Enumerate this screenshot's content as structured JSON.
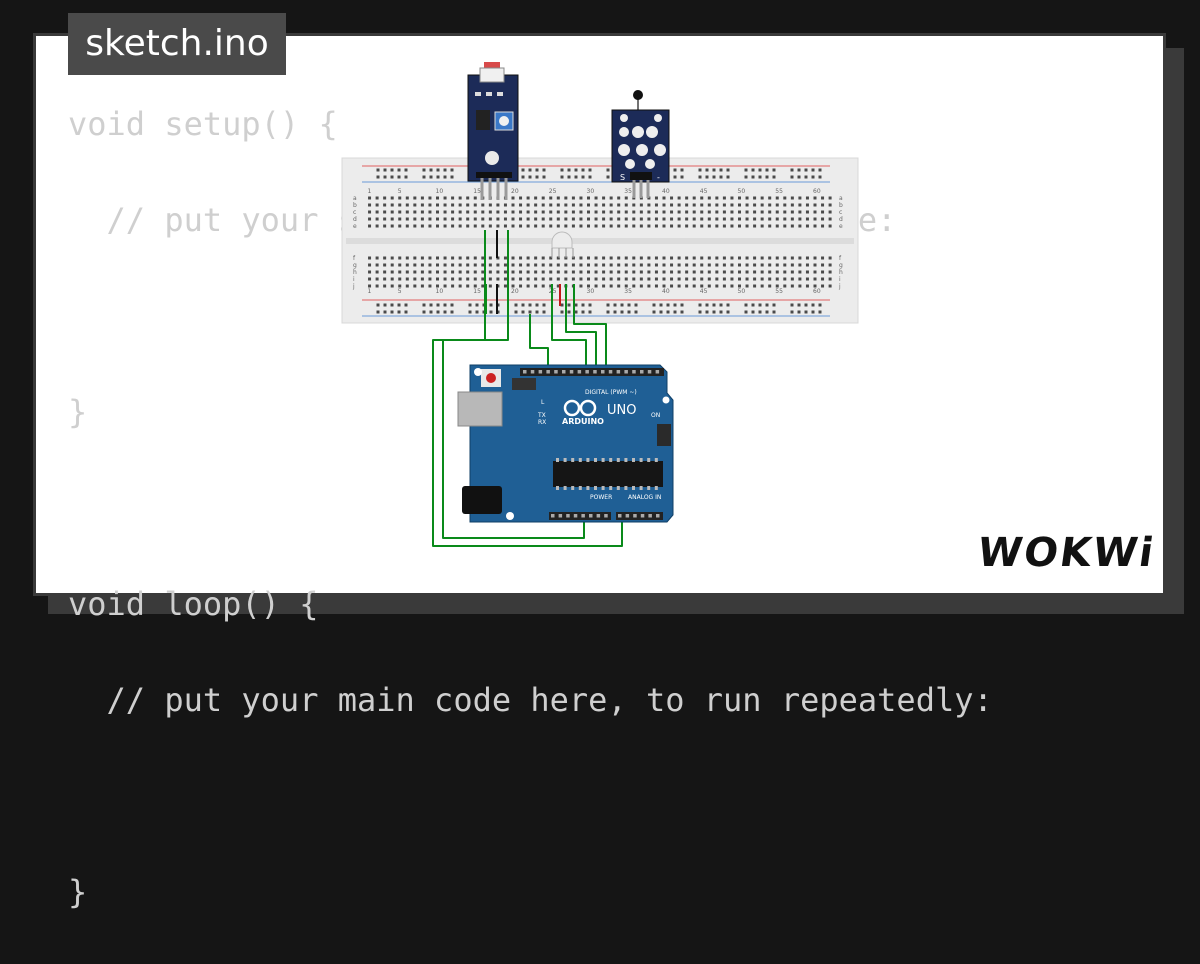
{
  "window": {
    "title": "sketch.ino"
  },
  "code": {
    "lines": [
      "void setup() {",
      "  // put your setup code here, to run once:",
      "",
      "}",
      "",
      "void loop() {",
      "  // put your main code here, to run repeatedly:",
      "",
      "}"
    ]
  },
  "breadboard": {
    "column_numbers": [
      "1",
      "5",
      "10",
      "15",
      "20",
      "25",
      "30",
      "35",
      "40",
      "45",
      "50",
      "55",
      "60"
    ],
    "row_letters_top": [
      "a",
      "b",
      "c",
      "d",
      "e"
    ],
    "row_letters_bottom": [
      "f",
      "g",
      "h",
      "i",
      "j"
    ]
  },
  "arduino": {
    "logo_text": "ARDUINO",
    "model": "UNO",
    "header_label": "DIGITAL (PWM ~)",
    "power_label": "POWER",
    "analog_label": "ANALOG IN",
    "tx_label": "TX",
    "rx_label": "RX",
    "l_label": "L",
    "on_label": "ON"
  },
  "sensor": {
    "pin_label_s": "S",
    "pin_label_minus": "-"
  },
  "brand": {
    "name": "WOKWi"
  },
  "colors": {
    "background": "#151515",
    "card": "#ffffff",
    "code_text": "#cfcfcf",
    "board_blue": "#1f5f95",
    "module_navy": "#1c2b58",
    "wire_green": "#0a8a1a",
    "wire_red": "#c01818",
    "wire_black": "#111111"
  }
}
